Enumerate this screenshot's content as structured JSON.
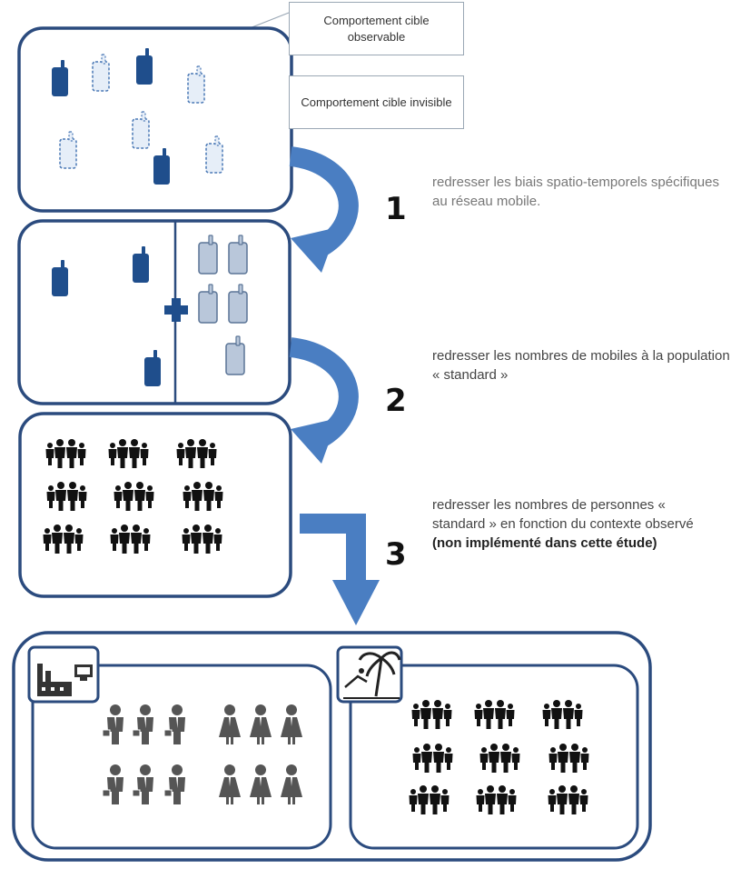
{
  "legend": {
    "observable": "Comportement cible observable",
    "invisible": "Comportement cible invisible"
  },
  "steps": [
    {
      "number": "1",
      "text": "redresser les biais spatio-temporels spécifiques au réseau mobile.",
      "note": ""
    },
    {
      "number": "2",
      "text": "redresser les nombres de mobiles à la population « standard »",
      "note": ""
    },
    {
      "number": "3",
      "text": "redresser les nombres de personnes « standard » en fonction du contexte observé",
      "note": "(non implémenté dans cette étude)"
    }
  ],
  "colors": {
    "box_border": "#2b4b7e",
    "arrow": "#4a7ec2",
    "phone_dark": "#1f4e8c",
    "phone_light": "#dfe9f5",
    "phone_gray": "#b9c7da",
    "people": "#111111",
    "workers": "#555555"
  },
  "icons": [
    "mobile-phone-icon",
    "phone-outline-icon",
    "plus-icon",
    "family-group-icon",
    "factory-computer-icon",
    "beach-palm-icon",
    "businessman-icon",
    "businesswoman-icon"
  ]
}
